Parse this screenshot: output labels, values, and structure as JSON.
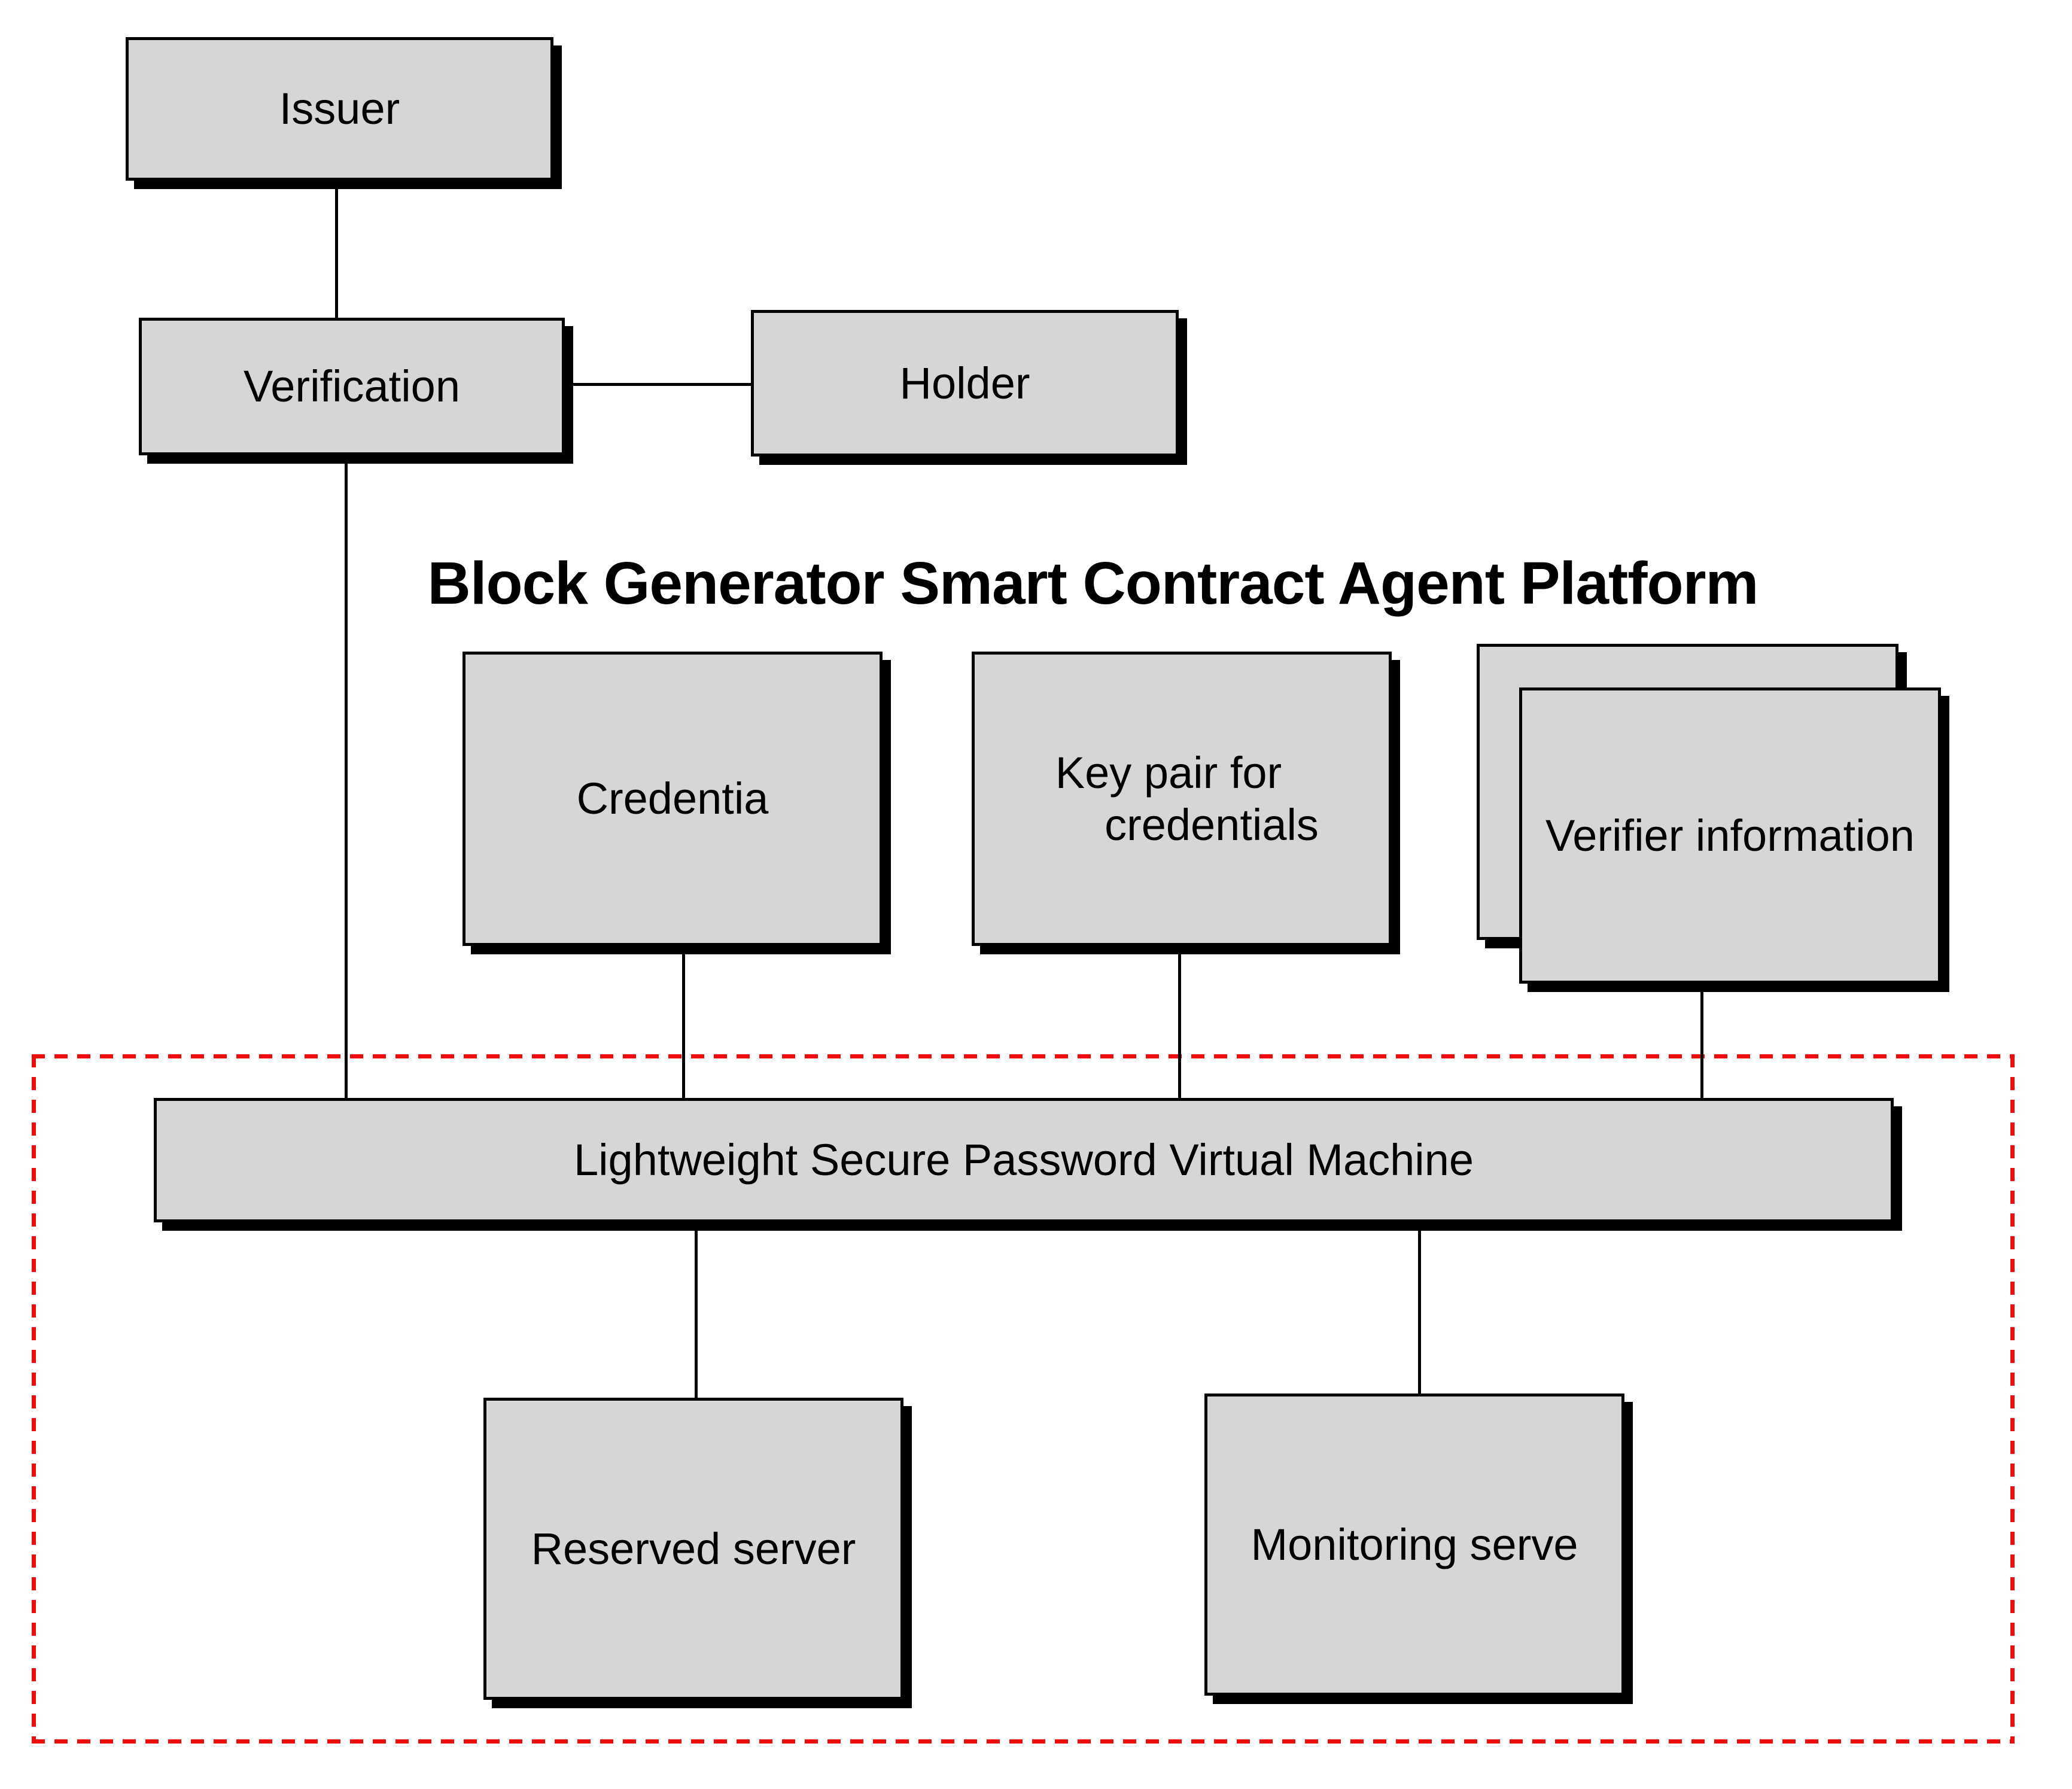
{
  "diagram": {
    "title": "Block Generator Smart Contract Agent Platform",
    "nodes": {
      "issuer": "Issuer",
      "verification": "Verification",
      "holder": "Holder",
      "credential": "Credentia",
      "keypair_line1": "Key pair for",
      "keypair_line2": "credentials",
      "verifier_info": "Verifier information",
      "vm": "Lightweight Secure Password Virtual Machine",
      "reserved_server": "Reserved server",
      "monitoring_server": "Monitoring serve"
    },
    "colors": {
      "box_fill": "#d6d6d6",
      "box_border": "#000000",
      "shadow": "#000000",
      "boundary_dashed": "#ee0c0c",
      "background": "#ffffff",
      "text": "#000000"
    }
  }
}
